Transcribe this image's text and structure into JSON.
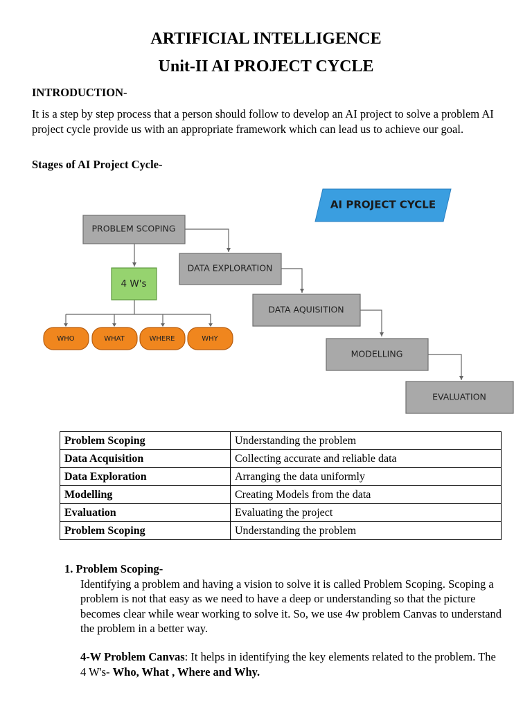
{
  "title": "ARTIFICIAL INTELLIGENCE",
  "subtitle": "Unit-II AI PROJECT CYCLE",
  "intro": {
    "heading": "INTRODUCTION-",
    "text": "It is a step by step process that a person should follow to develop an AI project to solve a problem AI project cycle provide us with an appropriate framework which can lead us to achieve our goal."
  },
  "stages_heading": "Stages of AI Project Cycle-",
  "diagram": {
    "banner": "AI PROJECT CYCLE",
    "stages": [
      "PROBLEM SCOPING",
      "DATA EXPLORATION",
      "DATA AQUISITION",
      "MODELLING",
      "EVALUATION"
    ],
    "four_ws": "4 W's",
    "ws": [
      "WHO",
      "WHAT",
      "WHERE",
      "WHY"
    ],
    "colors": {
      "banner": "#3a9ee0",
      "stage_box": "#a9a9a9",
      "four_ws_box": "#96d36f",
      "w_pill": "#f0861e"
    }
  },
  "table": {
    "rows": [
      [
        "Problem Scoping",
        "Understanding the problem"
      ],
      [
        "Data Acquisition",
        "Collecting accurate and reliable data"
      ],
      [
        "Data Exploration",
        "Arranging the data uniformly"
      ],
      [
        "Modelling",
        "Creating Models from the data"
      ],
      [
        "Evaluation",
        "Evaluating the project"
      ],
      [
        "Problem Scoping",
        "Understanding the problem"
      ]
    ]
  },
  "section1": {
    "heading": "1.  Problem Scoping-",
    "text": "Identifying a problem and having a vision to solve it is called Problem Scoping. Scoping a problem is not that easy as we need to have a deep or understanding so that the picture becomes clear while wear working to solve it. So, we use 4w problem Canvas to understand the problem in a better way."
  },
  "canvas": {
    "label": "4-W Problem Canvas",
    "text": ": It helps in identifying  the key elements related to the problem. The 4 W's- ",
    "bold_tail": "Who, What , Where and Why."
  }
}
